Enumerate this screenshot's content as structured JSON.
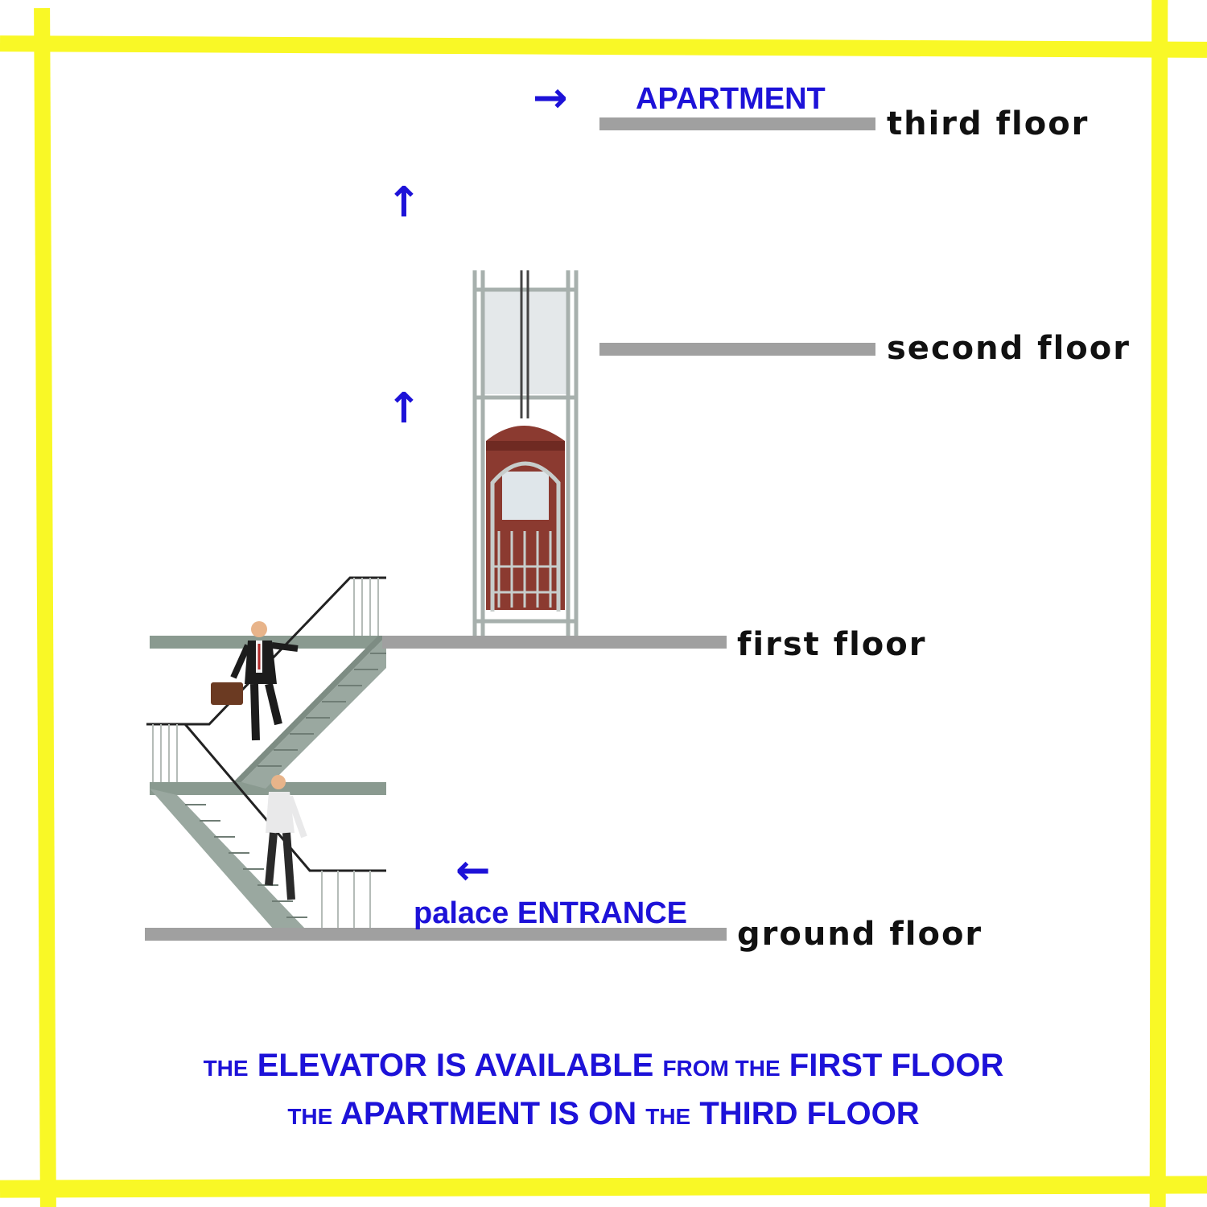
{
  "floors": {
    "third": "third floor",
    "second": "second floor",
    "first": "first floor",
    "ground": "ground floor"
  },
  "labels": {
    "apartment": "APARTMENT",
    "entrance_small": "palace",
    "entrance_big": "ENTRANCE"
  },
  "arrows": {
    "to_apartment": "→",
    "up_upper": "↑",
    "up_lower": "↑",
    "entrance": "←"
  },
  "caption": {
    "line1": [
      {
        "text": "THE",
        "small": true
      },
      {
        "text": "ELEVATOR IS AVAILABLE",
        "small": false
      },
      {
        "text": "FROM THE",
        "small": true
      },
      {
        "text": "FIRST FLOOR",
        "small": false
      }
    ],
    "line2": [
      {
        "text": "THE",
        "small": true
      },
      {
        "text": "APARTMENT IS ON",
        "small": false
      },
      {
        "text": "THE",
        "small": true
      },
      {
        "text": "THIRD FLOOR",
        "small": false
      }
    ]
  },
  "colors": {
    "frame": "#f9f826",
    "annotation": "#1d12d8",
    "floor_line": "#a0a0a0",
    "stair": "#8a9a90",
    "elevator_car": "#8b3a30"
  }
}
